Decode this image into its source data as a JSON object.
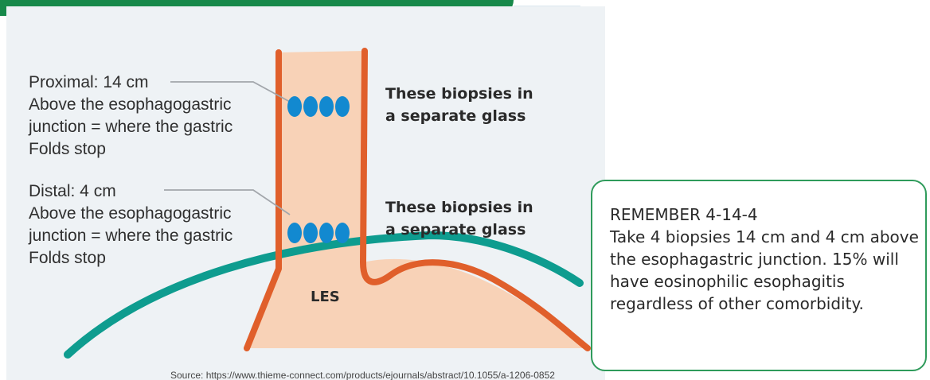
{
  "diagram": {
    "proximal_label": [
      "Proximal: 14 cm",
      "Above the esophagogastric",
      "junction = where the gastric",
      "Folds stop"
    ],
    "distal_label": [
      "Distal: 4 cm",
      "Above the esophagogastric",
      "junction = where the gastric",
      "Folds stop"
    ],
    "proximal_biopsy_note": [
      "These biopsies in",
      "a separate glass"
    ],
    "distal_biopsy_note": [
      "These biopsies in",
      "a separate glass"
    ],
    "les_label": "LES",
    "source_text": "Source: https://www.thieme-connect.com/products/ejournals/abstract/10.1055/a-1206-0852"
  },
  "callout": {
    "title": "REMEMBER 4-14-4",
    "body": "Take 4 biopsies 14 cm and 4 cm above the esophagastric junction. 15% will have eosinophilic esophagitis regardless of other comorbidity."
  },
  "colors": {
    "header_green": "#17894a",
    "callout_border": "#2f9b5b",
    "esophagus_wall": "#e05f2b",
    "esophagus_fill": "#f8d2b7",
    "biopsy_blue": "#1289d0",
    "diaphragm_teal": "#0e9c8f"
  }
}
